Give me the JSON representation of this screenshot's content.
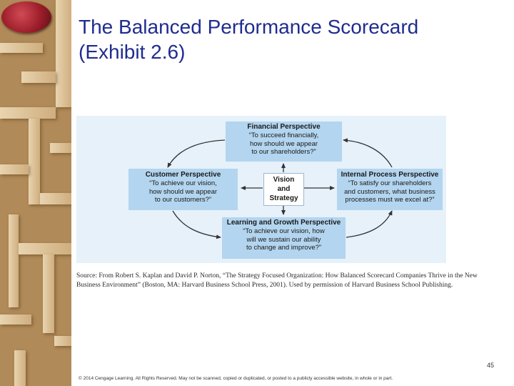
{
  "slide": {
    "title_line1": "The Balanced Performance Scorecard",
    "title_line2": "(Exhibit 2.6)",
    "page_number": "45",
    "copyright": "© 2014 Cengage Learning. All Rights Reserved. May not be scanned, copied or duplicated, or posted to a publicly accessible website, in whole or in part."
  },
  "diagram": {
    "financial": {
      "heading": "Financial Perspective",
      "lines": [
        "“To succeed financially,",
        "how should we appear",
        "to our shareholders?”"
      ]
    },
    "customer": {
      "heading": "Customer Perspective",
      "lines": [
        "“To achieve our vision,",
        "how should we appear",
        "to our customers?”"
      ]
    },
    "internal": {
      "heading": "Internal Process Perspective",
      "lines": [
        "“To satisfy our shareholders",
        "and customers, what business",
        "processes must we excel at?”"
      ]
    },
    "learning": {
      "heading": "Learning and Growth Perspective",
      "lines": [
        "“To achieve our vision, how",
        "will we sustain our ability",
        "to change and improve?”"
      ]
    },
    "center": {
      "lines": [
        "Vision",
        "and",
        "Strategy"
      ]
    }
  },
  "source": {
    "line1": "Source: From Robert S. Kaplan and David P. Norton, “The Strategy Focused Organization: How Balanced Scorecard Companies Thrive in the New",
    "line2": "Business Environment” (Boston, MA: Harvard Business School Press, 2001). Used by permission of Harvard Business School Publishing."
  },
  "colors": {
    "title": "#1f2c8f",
    "box_fill": "#b3d5ef",
    "diagram_bg": "#e6f1fa"
  }
}
